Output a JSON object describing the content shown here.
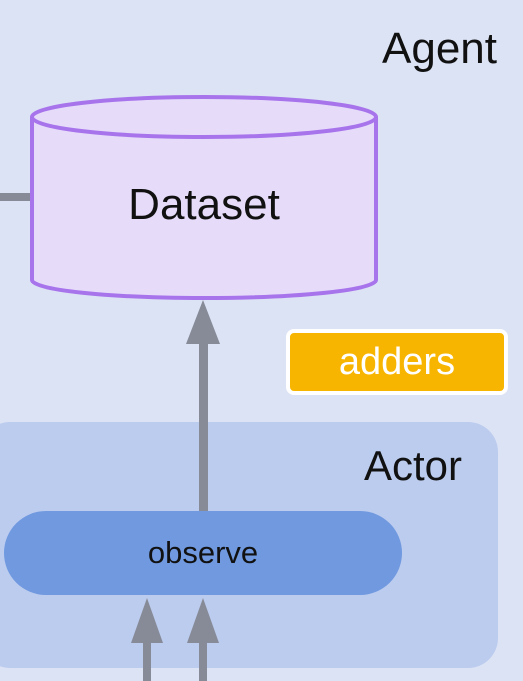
{
  "agent": {
    "label": "Agent"
  },
  "dataset": {
    "label": "Dataset"
  },
  "adders": {
    "label": "adders"
  },
  "actor": {
    "label": "Actor"
  },
  "observe": {
    "label": "observe"
  },
  "colors": {
    "background": "#dce3f5",
    "dataset_fill": "#e6dcfa",
    "dataset_stroke": "#a874ec",
    "actor_fill": "#bcccee",
    "observe_fill": "#7099e0",
    "adders_fill": "#f7b500",
    "arrow": "#878b98"
  }
}
